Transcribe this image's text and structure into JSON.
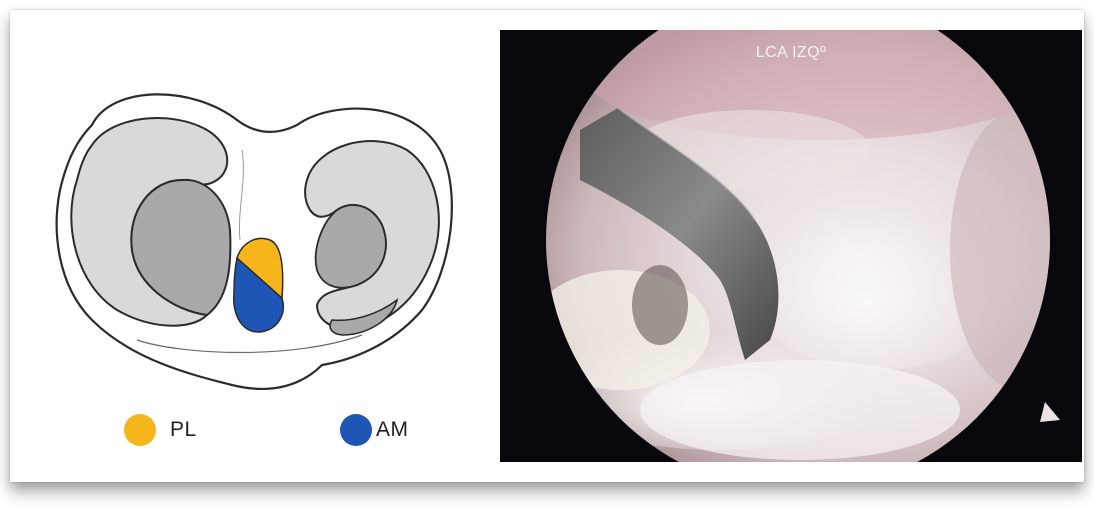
{
  "legend": {
    "pl": {
      "label": "PL",
      "color": "#f5b51b"
    },
    "am": {
      "label": "AM",
      "color": "#1f56b5"
    }
  },
  "photo": {
    "overlay_label": "LCA IZQº"
  },
  "colors": {
    "meniscus_fill": "#d9d9d9",
    "tibial_plateau_fill": "#a9a9a9",
    "outline": "#2b2b2b",
    "scope_background": "#07070c"
  }
}
